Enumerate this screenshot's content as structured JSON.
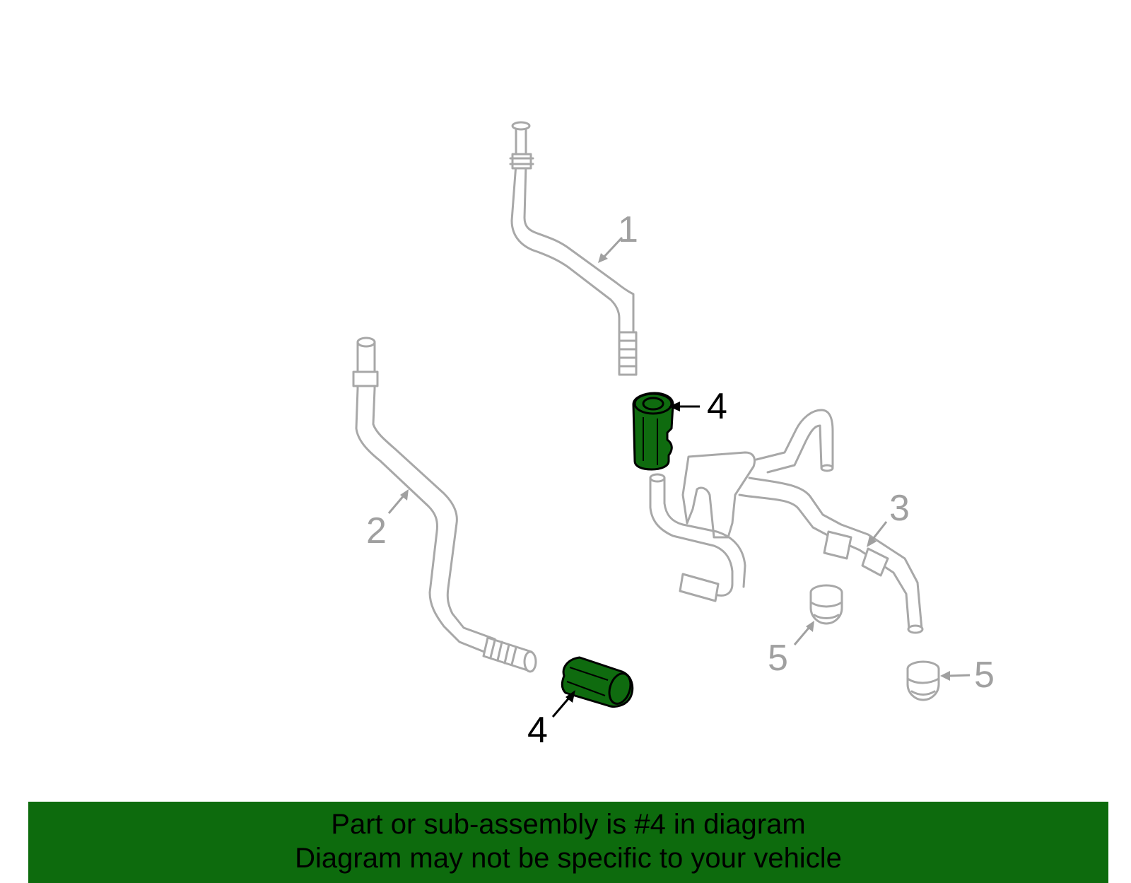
{
  "diagram": {
    "callouts": [
      {
        "id": "c1",
        "label": "1",
        "style": "grey"
      },
      {
        "id": "c2",
        "label": "2",
        "style": "grey"
      },
      {
        "id": "c3",
        "label": "3",
        "style": "grey"
      },
      {
        "id": "c4a",
        "label": "4",
        "style": "dark"
      },
      {
        "id": "c4b",
        "label": "4",
        "style": "dark"
      },
      {
        "id": "c5a",
        "label": "5",
        "style": "grey"
      },
      {
        "id": "c5b",
        "label": "5",
        "style": "grey"
      }
    ],
    "highlight_color": "#0f6b0f",
    "line_color": "#a8a8a8"
  },
  "footer": {
    "line1": "Part or sub-assembly is #4 in diagram",
    "line2": "Diagram may not be specific to your vehicle",
    "background_color": "#0d6b0d"
  }
}
